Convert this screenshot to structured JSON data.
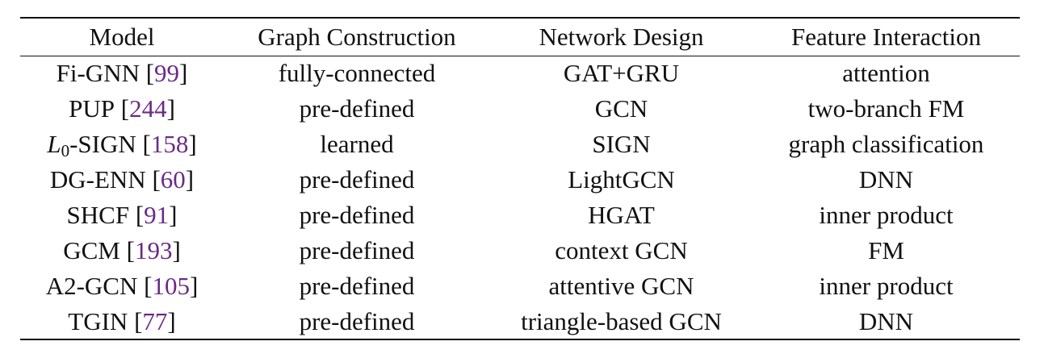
{
  "table": {
    "headers": [
      "Model",
      "Graph Construction",
      "Network Design",
      "Feature Interaction"
    ],
    "rows": [
      {
        "model": "Fi-GNN",
        "model_sub": "",
        "model_suffix": "",
        "ref": "99",
        "graph": "fully-connected",
        "network": "GAT+GRU",
        "interaction": "attention"
      },
      {
        "model": "PUP",
        "model_sub": "",
        "model_suffix": "",
        "ref": "244",
        "graph": "pre-defined",
        "network": "GCN",
        "interaction": "two-branch FM"
      },
      {
        "model": "L",
        "model_sub": "0",
        "model_suffix": "-SIGN",
        "ref": "158",
        "graph": "learned",
        "network": "SIGN",
        "interaction": "graph classification"
      },
      {
        "model": "DG-ENN",
        "model_sub": "",
        "model_suffix": "",
        "ref": "60",
        "graph": "pre-defined",
        "network": "LightGCN",
        "interaction": "DNN"
      },
      {
        "model": "SHCF",
        "model_sub": "",
        "model_suffix": "",
        "ref": "91",
        "graph": "pre-defined",
        "network": "HGAT",
        "interaction": "inner product"
      },
      {
        "model": "GCM",
        "model_sub": "",
        "model_suffix": "",
        "ref": "193",
        "graph": "pre-defined",
        "network": "context GCN",
        "interaction": "FM"
      },
      {
        "model": "A2-GCN",
        "model_sub": "",
        "model_suffix": "",
        "ref": "105",
        "graph": "pre-defined",
        "network": "attentive GCN",
        "interaction": "inner product"
      },
      {
        "model": "TGIN",
        "model_sub": "",
        "model_suffix": "",
        "ref": "77",
        "graph": "pre-defined",
        "network": "triangle-based GCN",
        "interaction": "DNN"
      }
    ],
    "open_bracket": "[",
    "close_bracket": "]",
    "colors": {
      "text": "#111111",
      "citation": "#6b2a86",
      "rule": "#111111"
    }
  }
}
